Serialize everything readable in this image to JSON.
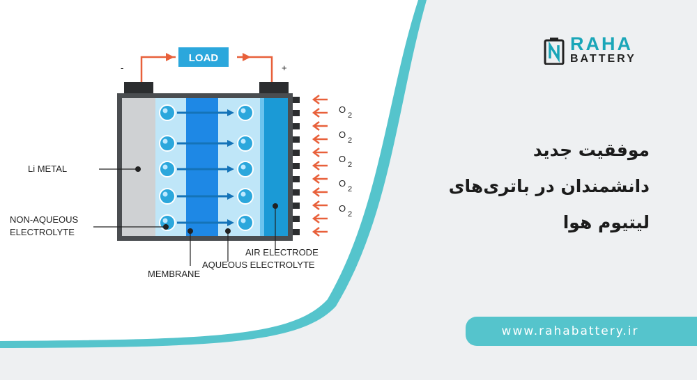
{
  "brand": {
    "name_top": "RAHA",
    "name_bottom": "BATTERY",
    "accent_color": "#1aa6b8"
  },
  "headline": {
    "line1": "موفقیت جدید",
    "line2": "دانشمندان در باتری‌های",
    "line3": "لیتیوم هوا"
  },
  "website": "www.rahabattery.ir",
  "diagram": {
    "load_label": "LOAD",
    "minus_label": "-",
    "plus_label": "+",
    "oxygen_label": "O",
    "oxygen_subscript": "2",
    "labels": {
      "li_metal": "Li METAL",
      "non_aqueous_1": "NON-AQUEOUS",
      "non_aqueous_2": "ELECTROLYTE",
      "membrane": "MEMBRANE",
      "air_electrode": "AIR ELECTRODE",
      "aqueous_electrolyte": "AQUEOUS ELECTROLYTE"
    }
  },
  "colors": {
    "wire": "#e8603a",
    "membrane": "#1e88e5",
    "electrolyte": "#bfe6f8",
    "air_electrode": "#1b9ad6",
    "li_metal": "#cfd1d3",
    "teal": "#55c4cc"
  }
}
